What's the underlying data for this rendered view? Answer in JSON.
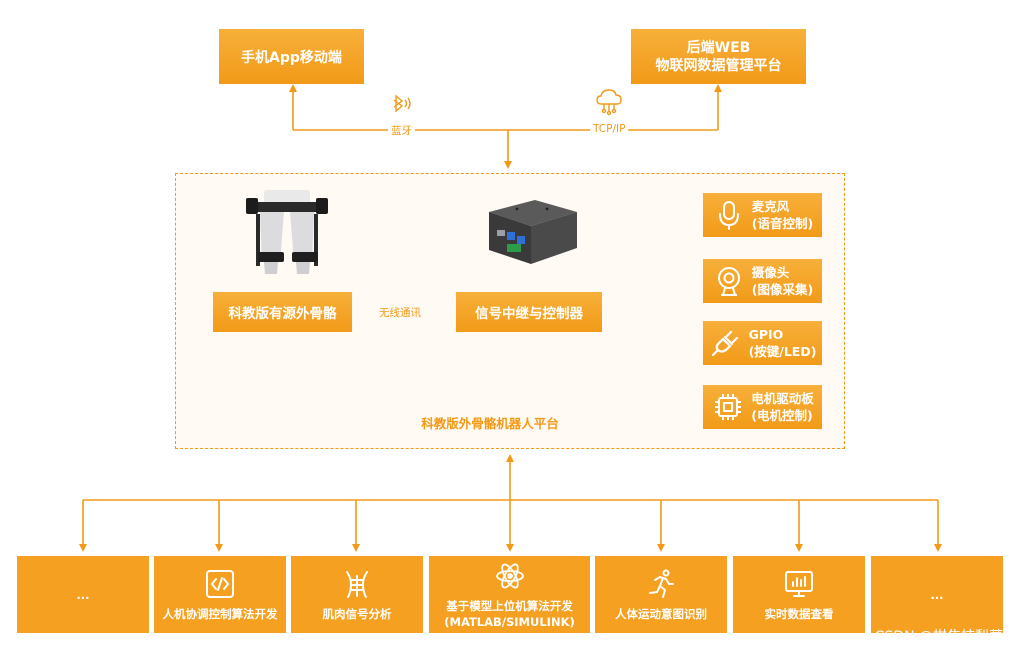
{
  "mobile_app": "手机App移动端",
  "backend": [
    "后端WEB",
    "物联网数据管理平台"
  ],
  "link_bluetooth": "蓝牙",
  "link_tcp": "TCP/IP",
  "platform_title": "科教版外骨骼机器人平台",
  "exoskeleton": "科教版有源外骨骼",
  "wireless_label": "无线通讯",
  "controller": "信号中继与控制器",
  "peripherals": [
    {
      "icon": "microphone-icon",
      "lines": [
        "麦克风",
        "(语音控制)"
      ]
    },
    {
      "icon": "camera-icon",
      "lines": [
        "摄像头",
        "(图像采集)"
      ]
    },
    {
      "icon": "plug-icon",
      "lines": [
        "GPIO",
        "(按键/LED)"
      ]
    },
    {
      "icon": "chip-icon",
      "lines": [
        "电机驱动板",
        "(电机控制)"
      ]
    }
  ],
  "applications": [
    {
      "icon": "",
      "lines": [
        "..."
      ]
    },
    {
      "icon": "code-icon",
      "lines": [
        "人机协调控制算法开发"
      ]
    },
    {
      "icon": "muscle-icon",
      "lines": [
        "肌肉信号分析"
      ]
    },
    {
      "icon": "atom-icon",
      "lines": [
        "基于模型上位机算法开发",
        "(MATLAB/SIMULINK)"
      ]
    },
    {
      "icon": "running-person-icon",
      "lines": [
        "人体运动意图识别"
      ]
    },
    {
      "icon": "monitor-chart-icon",
      "lines": [
        "实时数据查看"
      ]
    },
    {
      "icon": "",
      "lines": [
        "..."
      ]
    }
  ],
  "watermark": "CSDN @柑焦桔梨萝柚",
  "colors": {
    "accent": "#f29a18",
    "box": "#f5a020",
    "panel": "#fffaf3"
  }
}
